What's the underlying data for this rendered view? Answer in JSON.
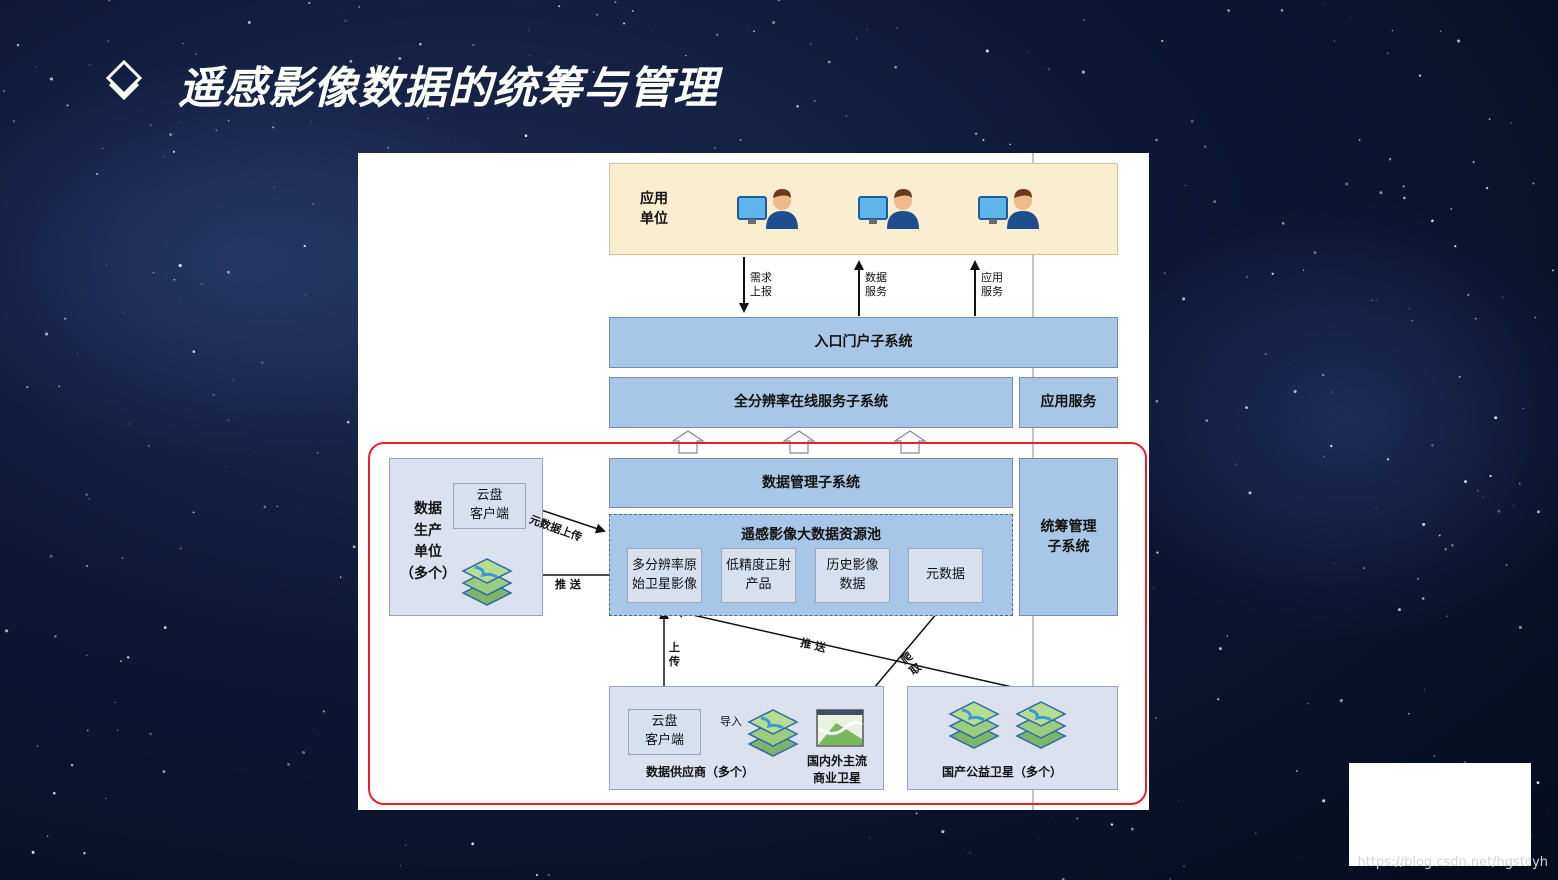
{
  "slide": {
    "title": "遥感影像数据的统筹与管理"
  },
  "diagram": {
    "app_unit": {
      "line1": "应用",
      "line2": "单位"
    },
    "arrows": {
      "demand": {
        "line1": "需求",
        "line2": "上报"
      },
      "data_service": {
        "line1": "数据",
        "line2": "服务"
      },
      "app_service": {
        "line1": "应用",
        "line2": "服务"
      },
      "meta_upload": "元数据上传",
      "push_left": "推 送",
      "upload": {
        "line1": "上",
        "line2": "传"
      },
      "push_diag": "推 送",
      "crawl": {
        "line1": "爬",
        "line2": "取"
      },
      "import": "导入"
    },
    "portal": "入口门户子系统",
    "online_service": "全分辨率在线服务子系统",
    "application_service": "应用服务",
    "data_mgmt": "数据管理子系统",
    "pool": {
      "title": "遥感影像大数据资源池",
      "items": [
        {
          "line1": "多分辨率原",
          "line2": "始卫星影像"
        },
        {
          "line1": "低精度正射",
          "line2": "产品"
        },
        {
          "line1": "历史影像",
          "line2": "数据"
        },
        {
          "line1": "元数据",
          "line2": ""
        }
      ]
    },
    "coord": {
      "line1": "统筹管理",
      "line2": "子系统"
    },
    "producer": {
      "line1": "数据",
      "line2": "生产",
      "line3": "单位",
      "line4": "（多个）"
    },
    "cloud_client": {
      "line1": "云盘",
      "line2": "客户端"
    },
    "supplier": {
      "label": "数据供应商（多个）"
    },
    "commercial": {
      "line1": "国内外主流",
      "line2": "商业卫星"
    },
    "public_sat": {
      "label": "国产公益卫星（多个）"
    }
  },
  "watermark": "https://blog.csdn.net/hgstcyh",
  "colors": {
    "top_band": "#fbedcf",
    "box_blue": "#a8c6e6",
    "highlight_red": "#e8202a"
  }
}
